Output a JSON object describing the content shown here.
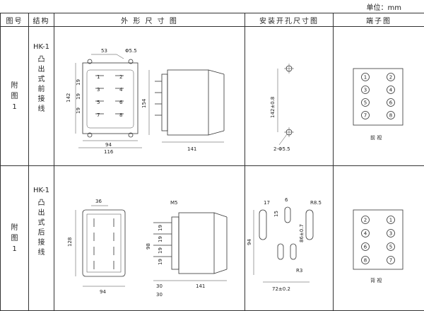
{
  "unit_label": "单位：mm",
  "headers": {
    "no": "图号",
    "structure": "结构",
    "dims": "外 形 尺 寸 图",
    "hole": "安装开孔尺寸图",
    "term": "端子图"
  },
  "rows": [
    {
      "fig_no": [
        "附",
        "图",
        "1"
      ],
      "code": "HK-1",
      "structure": [
        "凸",
        "出",
        "式",
        "前",
        "接",
        "线"
      ],
      "dims": {
        "d53": "53",
        "phi55": "Φ5.5",
        "d142": "142",
        "d154": "154",
        "d94": "94",
        "d116": "116",
        "d141": "141",
        "d19a": "19",
        "d19b": "19",
        "d19c": "19"
      },
      "hole": {
        "h142": "142±0.8",
        "phi": "2-Φ5.5"
      },
      "terminals": [
        "1",
        "2",
        "3",
        "4",
        "5",
        "6",
        "7",
        "8"
      ],
      "view": "前 视"
    },
    {
      "fig_no": [
        "附",
        "图",
        "1"
      ],
      "code": "HK-1",
      "structure": [
        "凸",
        "出",
        "式",
        "后",
        "接",
        "线"
      ],
      "dims": {
        "d36": "36",
        "d128": "128",
        "d94": "94",
        "m5": "M5",
        "d98": "98",
        "d30a": "30",
        "d30b": "30",
        "d141": "141",
        "d19a": "19",
        "d19b": "19",
        "d19c": "19",
        "d19d": "19"
      },
      "hole": {
        "d17": "17",
        "d6": "6",
        "r85": "R8.5",
        "d15": "15",
        "d94": "94",
        "h": "86±0.7",
        "r3": "R3",
        "d72": "72±0.2"
      },
      "terminals": [
        "2",
        "1",
        "4",
        "3",
        "6",
        "5",
        "8",
        "7"
      ],
      "view": "背 视"
    }
  ]
}
